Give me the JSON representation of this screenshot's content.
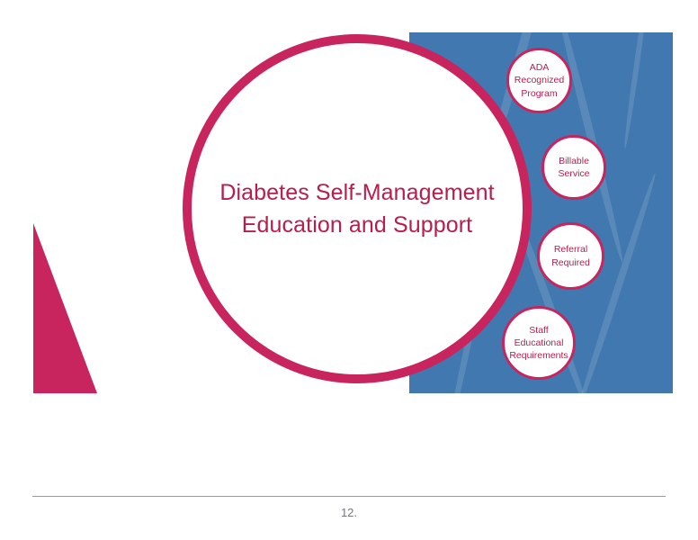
{
  "slide": {
    "page_number": "12.",
    "colors": {
      "crimson": "#c8255e",
      "crimson_text": "#b81d4c",
      "panel_blue": "#4178af",
      "background": "#ffffff",
      "footer_text": "#73787c",
      "footer_rule": "#9b9b9b"
    }
  },
  "main_circle": {
    "title_line_1": "Diabetes Self-Management",
    "title_line_2": "Education and Support"
  },
  "satellites": [
    {
      "id": "ada-recognized-program",
      "lines": [
        "ADA",
        "Recognized",
        "Program"
      ]
    },
    {
      "id": "billable-service",
      "lines": [
        "Billable",
        "Service"
      ]
    },
    {
      "id": "referral-required",
      "lines": [
        "Referral",
        "Required"
      ]
    },
    {
      "id": "staff-educational-requirements",
      "lines": [
        "Staff",
        "Educational",
        "Requirements"
      ]
    }
  ]
}
